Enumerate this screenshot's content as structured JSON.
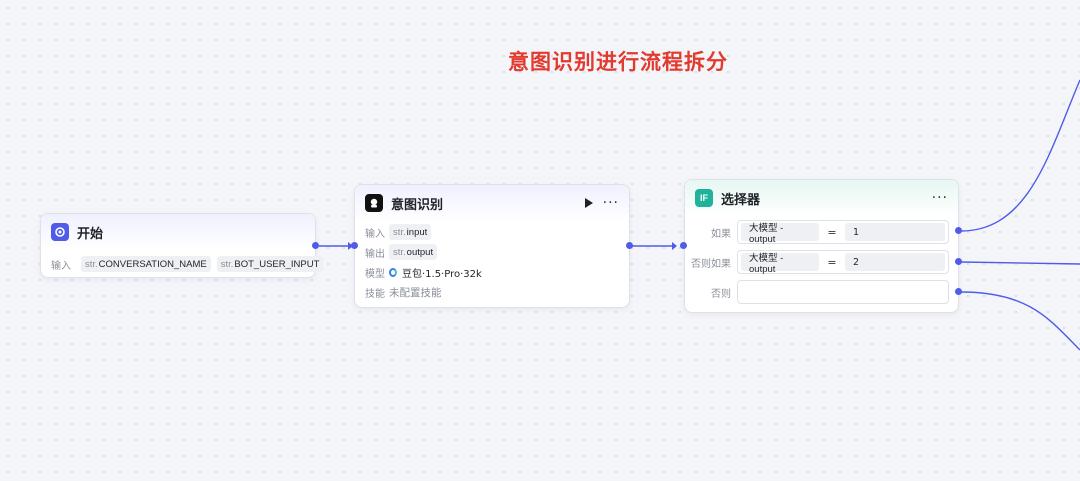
{
  "canvas": {
    "title": "意图识别进行流程拆分"
  },
  "start_node": {
    "title": "开始",
    "input_label": "输入",
    "inputs": [
      {
        "type": "str.",
        "name": "CONVERSATION_NAME"
      },
      {
        "type": "str.",
        "name": "BOT_USER_INPUT"
      }
    ]
  },
  "intent_node": {
    "title": "意图识别",
    "rows": {
      "input": {
        "label": "输入",
        "type": "str.",
        "name": "input"
      },
      "output": {
        "label": "输出",
        "type": "str.",
        "name": "output"
      },
      "model": {
        "label": "模型",
        "value": "豆包·1.5·Pro·32k"
      },
      "skill": {
        "label": "技能",
        "value": "未配置技能"
      }
    }
  },
  "selector_node": {
    "icon_text": "IF",
    "title": "选择器",
    "conditions": [
      {
        "label": "如果",
        "left": "大模型 - output",
        "op": "=",
        "right": "1"
      },
      {
        "label": "否则如果",
        "left": "大模型 - output",
        "op": "=",
        "right": "2"
      },
      {
        "label": "否则",
        "left": "",
        "op": "",
        "right": ""
      }
    ]
  },
  "colors": {
    "accent": "#4e5ce8",
    "title_red": "#e23a2e",
    "selector_green": "#1fb39b"
  }
}
